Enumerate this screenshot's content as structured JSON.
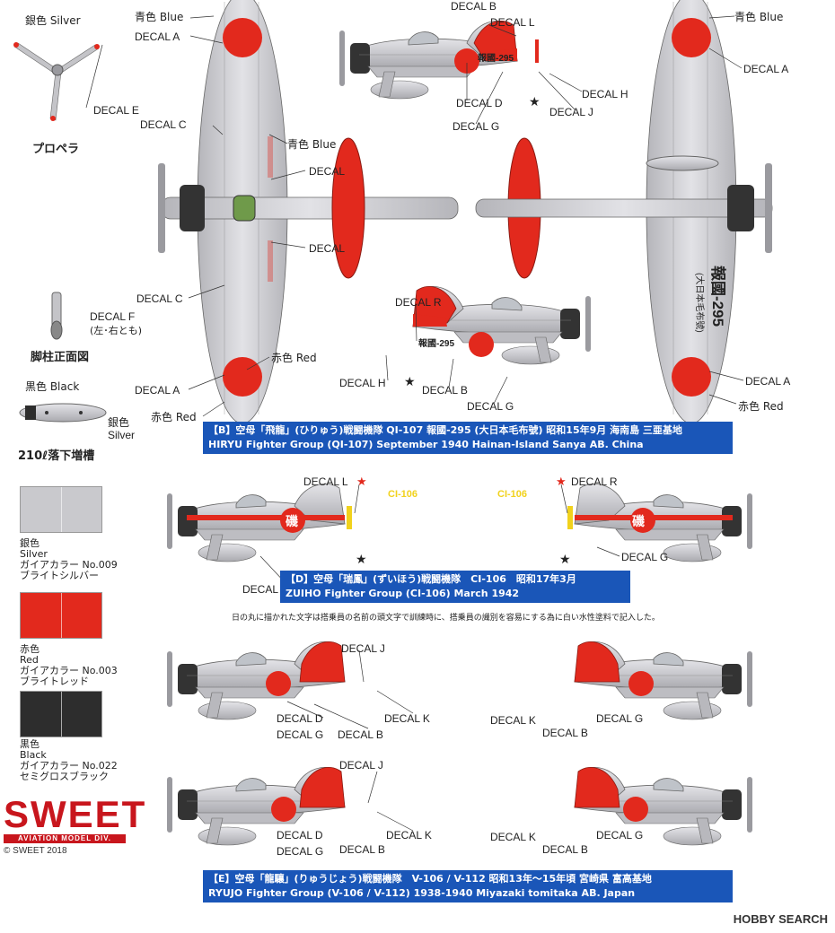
{
  "colors": {
    "silver": "#c9c9cd",
    "red": "#e2291d",
    "black": "#2d2d2d",
    "blue": "#1a56b8",
    "brand_red": "#c8161d"
  },
  "top_left": {
    "silver_label": "銀色 Silver",
    "decal_e": "DECAL E",
    "propeller_title": "プロペラ",
    "decal_f": "DECAL F",
    "decal_f_note": "(左･右とも)",
    "gear_title": "脚柱正面図",
    "black_label": "黒色 Black",
    "silver_jp": "銀色",
    "silver_en": "Silver",
    "tank_title": "210ℓ落下増槽"
  },
  "markings": {
    "blue": "青色 Blue",
    "red": "赤色 Red",
    "decal_a": "DECAL A",
    "decal_b": "DECAL B",
    "decal_c": "DECAL C",
    "decal_d": "DECAL D",
    "decal_g": "DECAL G",
    "decal_h": "DECAL H",
    "decal_j": "DECAL J",
    "decal_k": "DECAL K",
    "decal_l": "DECAL L",
    "decal_r": "DECAL R",
    "decal": "DECAL"
  },
  "aircraft": {
    "hiryu_code": "QI-107",
    "hokoku": "報國-295",
    "hokoku_sub": "(大日本毛布號)",
    "wing_hokoku": "報國-295",
    "wing_hokoku_sub": "(大日本毛布號)",
    "zuiho_code": "CI-106",
    "zuiho_kanji": "磯",
    "ryujo_code_1": "V-106",
    "ryujo_code_2": "V-112"
  },
  "banners": {
    "b_jp": "【B】空母「飛龍」(ひりゅう)戦闘機隊 QI-107 報國-295 (大日本毛布號) 昭和15年9月 海南島 三亜基地",
    "b_en": "HIRYU Fighter Group (QI-107)  September 1940 Hainan-Island Sanya AB. China",
    "d_jp": "【D】空母「瑞鳳」(ずいほう)戦闘機隊　CI-106　昭和17年3月",
    "d_en": "ZUIHO Fighter Group (CI-106)  March 1942",
    "d_note": "日の丸に描かれた文字は搭乗員の名前の頭文字で訓練時に、搭乗員の識別を容易にする為に白い水性塗料で記入した。",
    "e_jp": "【E】空母「龍驤」(りゅうじょう)戦闘機隊　V-106 / V-112 昭和13年〜15年頃 宮崎県 富高基地",
    "e_en": "RYUJO Fighter Group (V-106 / V-112) 1938-1940  Miyazaki tomitaka AB. Japan"
  },
  "swatches": [
    {
      "jp": "銀色",
      "en": "Silver",
      "brand": "ガイアカラー No.009",
      "name": "ブライトシルバー"
    },
    {
      "jp": "赤色",
      "en": "Red",
      "brand": "ガイアカラー No.003",
      "name": "ブライトレッド"
    },
    {
      "jp": "黒色",
      "en": "Black",
      "brand": "ガイアカラー No.022",
      "name": "セミグロスブラック"
    }
  ],
  "logo": {
    "word": "SWEET",
    "sub": "AVIATION MODEL DIV.",
    "copyright": "© SWEET 2018"
  },
  "watermark": "HOBBY SEARCH"
}
